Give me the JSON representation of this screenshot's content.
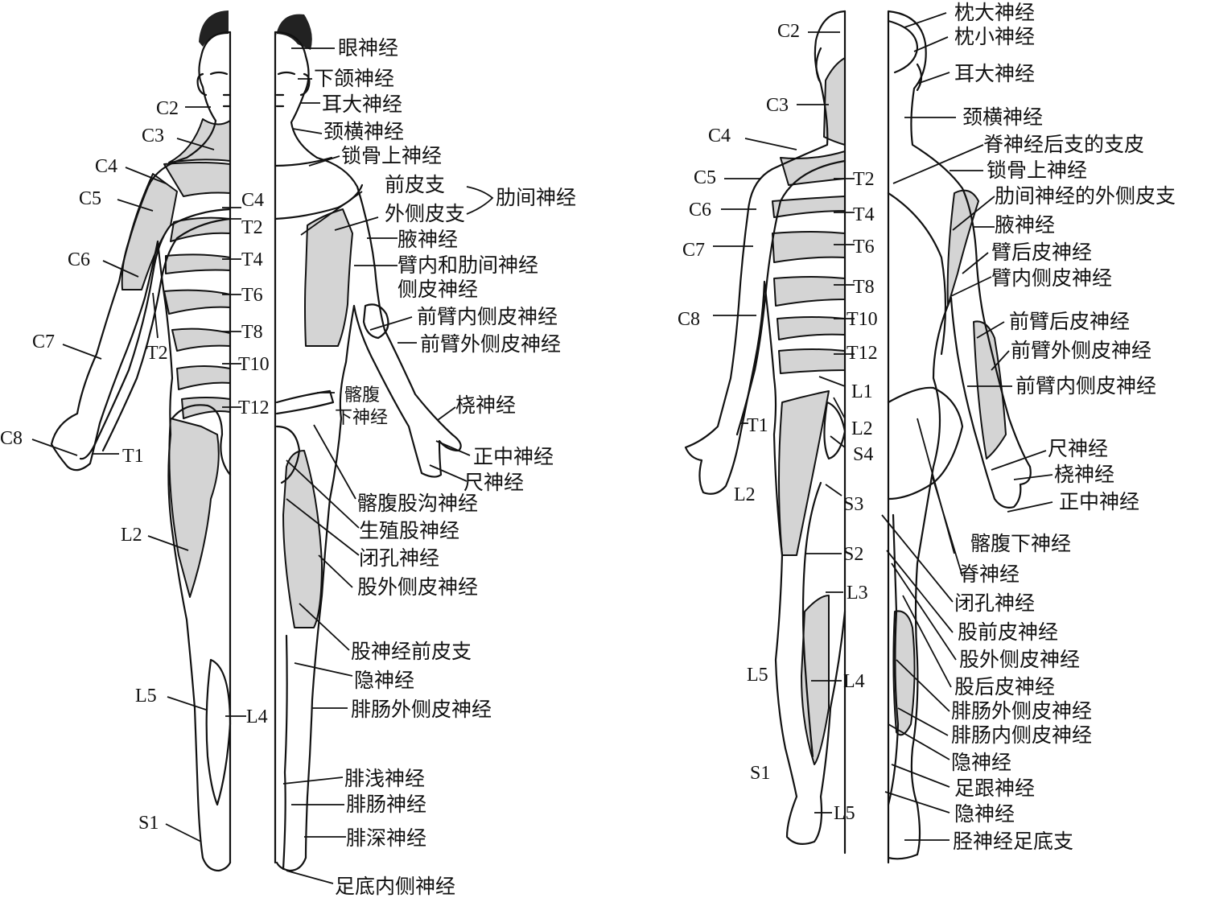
{
  "front": {
    "segment_labels": [
      "C2",
      "C3",
      "C4",
      "C5",
      "C6",
      "C7",
      "C8",
      "C4",
      "T2",
      "T4",
      "T6",
      "T8",
      "T10",
      "T12",
      "T2",
      "T1",
      "L2",
      "L5",
      "L4",
      "S1"
    ],
    "nerve_labels": [
      "眼神经",
      "下颌神经",
      "耳大神经",
      "颈横神经",
      "锁骨上神经",
      "前皮支",
      "外侧皮支",
      "肋间神经",
      "腋神经",
      "臂内和肋间神经",
      "侧皮神经",
      "前臂内侧皮神经",
      "前臂外侧皮神经",
      "髂腹",
      "下神经",
      "桡神经",
      "正中神经",
      "尺神经",
      "髂腹股沟神经",
      "生殖股神经",
      "闭孔神经",
      "股外侧皮神经",
      "股神经前皮支",
      "隐神经",
      "腓肠外侧皮神经",
      "腓浅神经",
      "腓肠神经",
      "腓深神经",
      "足底内侧神经"
    ]
  },
  "back": {
    "segment_labels": [
      "C2",
      "C3",
      "C4",
      "C5",
      "C6",
      "C7",
      "C8",
      "T2",
      "T4",
      "T6",
      "T8",
      "T10",
      "T12",
      "L1",
      "L2",
      "S4",
      "S3",
      "S2",
      "L3",
      "L4",
      "L5",
      "T1",
      "L2",
      "L5",
      "S1"
    ],
    "nerve_labels": [
      "枕大神经",
      "枕小神经",
      "耳大神经",
      "颈横神经",
      "脊神经后支的支皮",
      "锁骨上神经",
      "肋间神经的外侧皮支",
      "腋神经",
      "臂后皮神经",
      "臂内侧皮神经",
      "前臂后皮神经",
      "前臂外侧皮神经",
      "前臂内侧皮神经",
      "尺神经",
      "桡神经",
      "正中神经",
      "髂腹下神经",
      "脊神经",
      "闭孔神经",
      "股前皮神经",
      "股外侧皮神经",
      "股后皮神经",
      "腓肠外侧皮神经",
      "腓肠内侧皮神经",
      "隐神经",
      "足跟神经",
      "隐神经",
      "胫神经足底支"
    ]
  },
  "colors": {
    "shade": "#d4d4d4",
    "ink": "#111111",
    "hair": "#222222"
  }
}
